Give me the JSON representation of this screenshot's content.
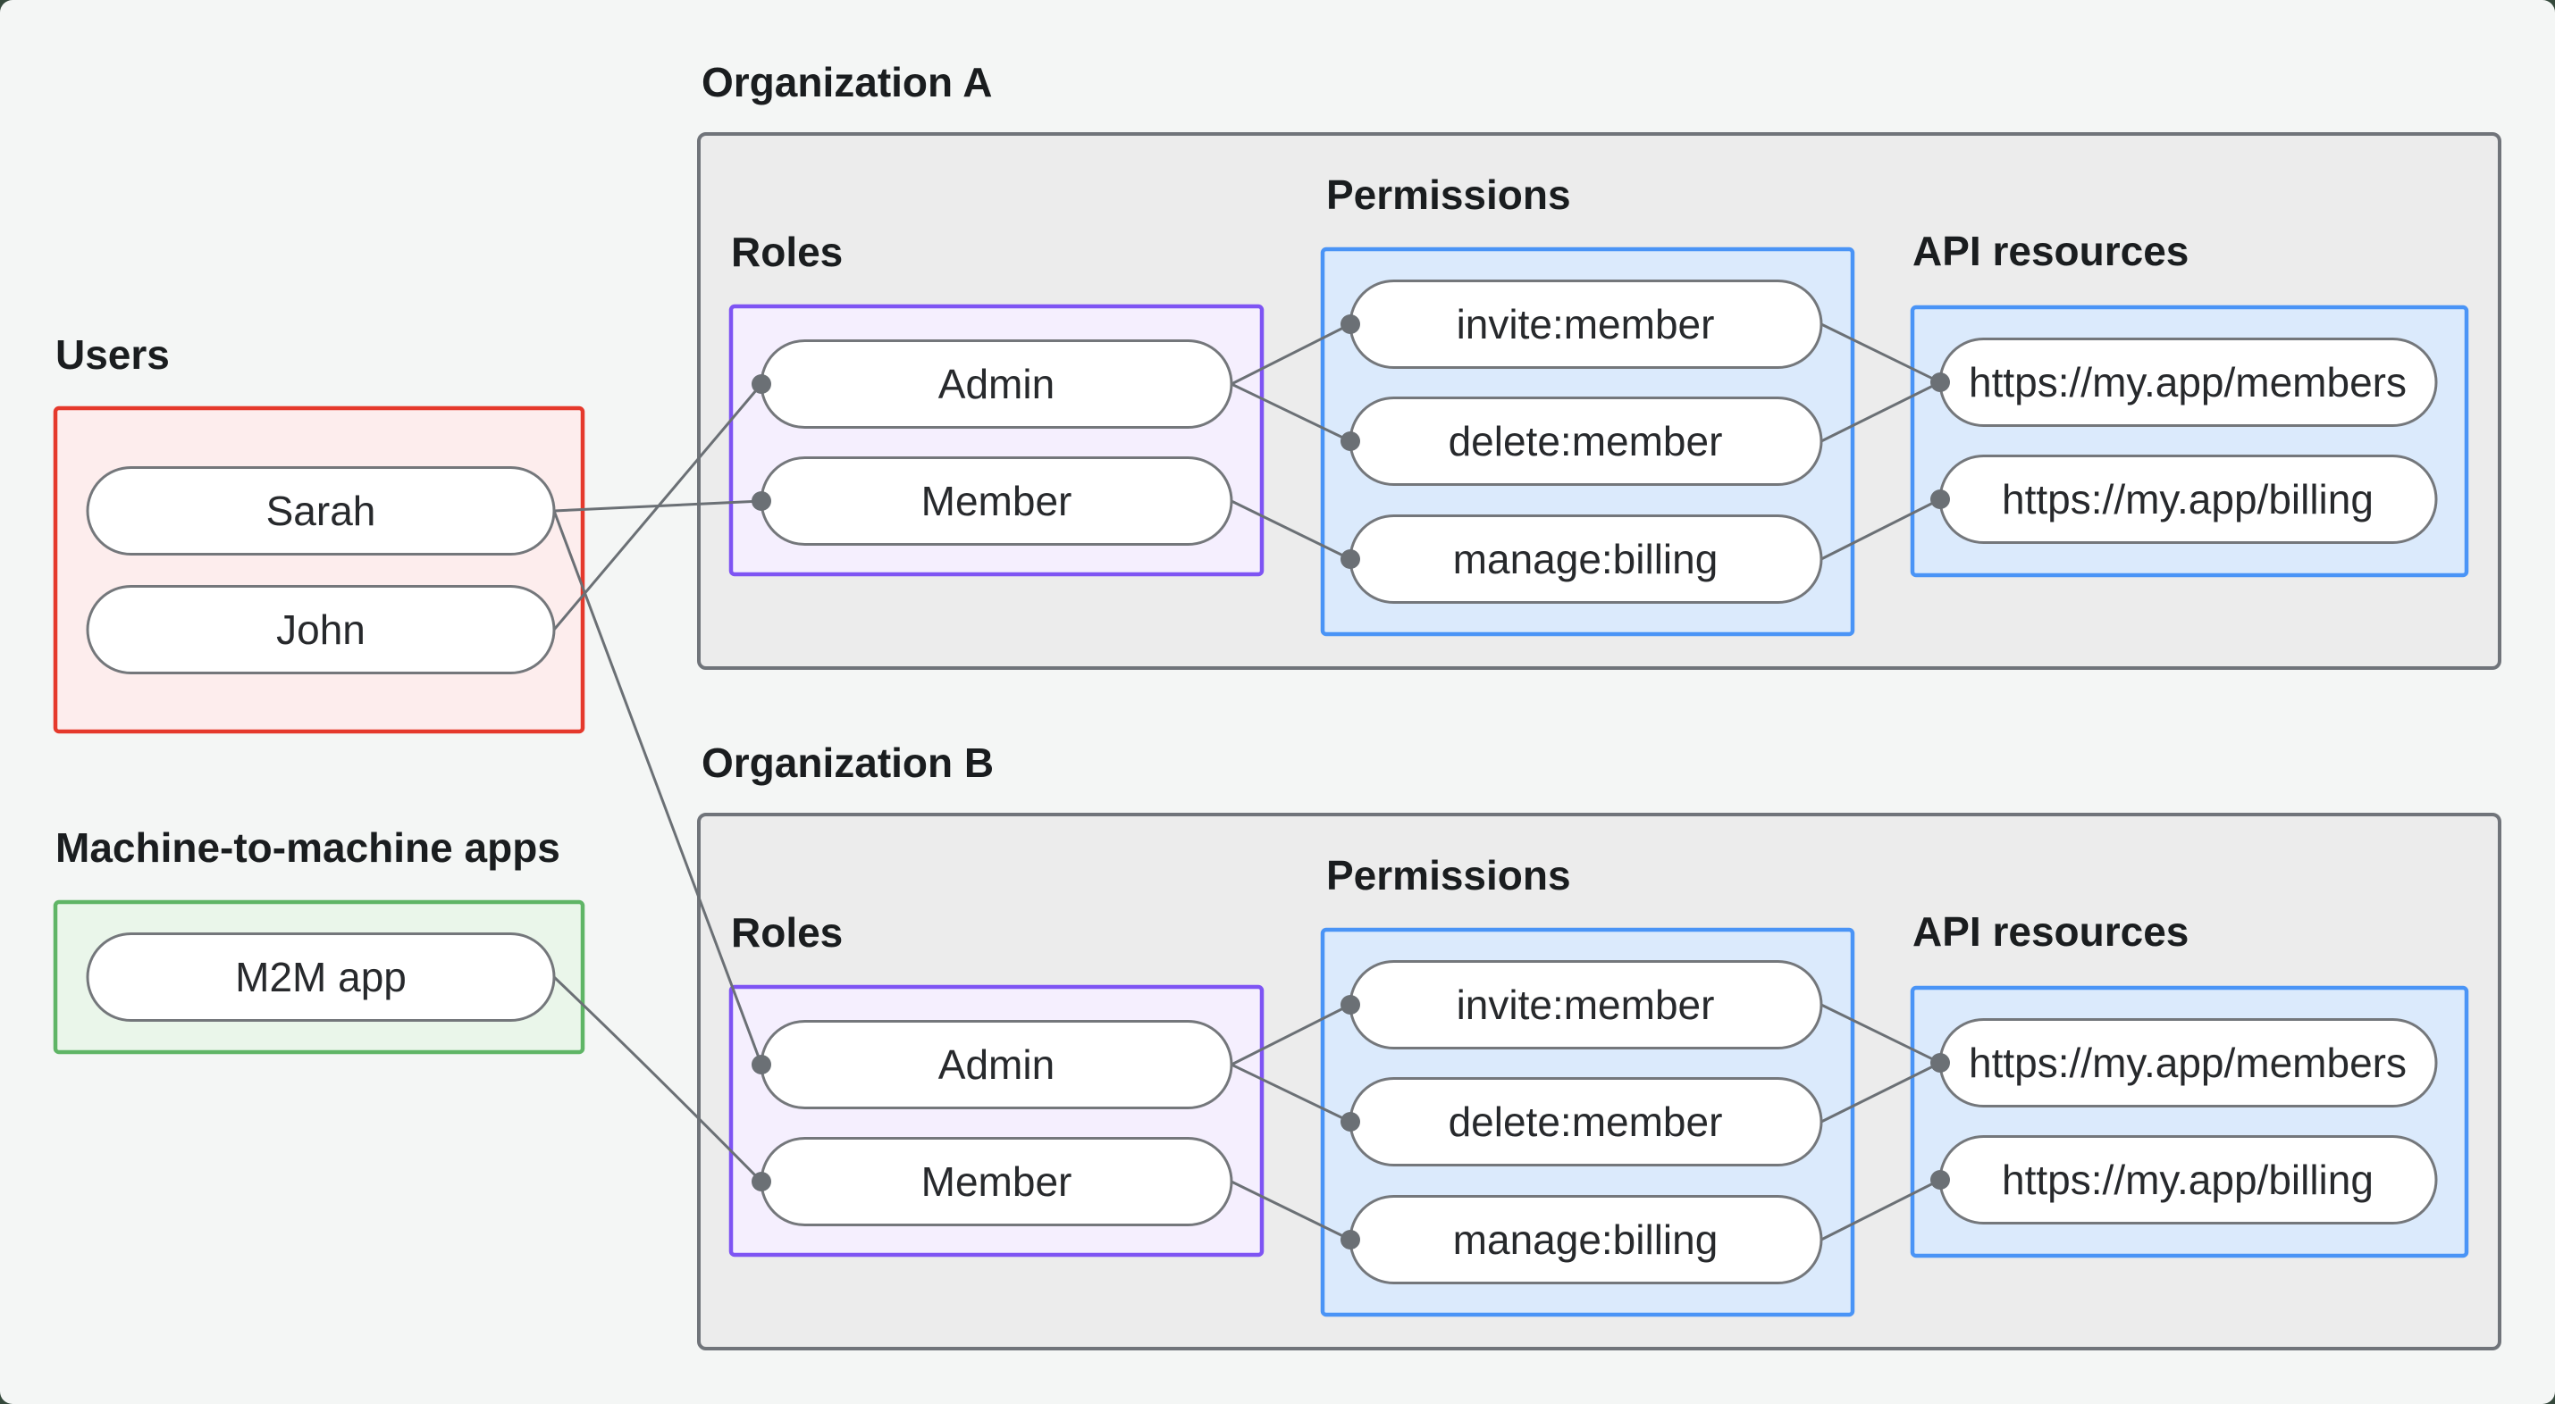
{
  "diagram": {
    "users": {
      "label": "Users",
      "nodes": {
        "sarah": "Sarah",
        "john": "John"
      }
    },
    "m2m": {
      "label": "Machine-to-machine apps",
      "nodes": {
        "m2m_app": "M2M app"
      }
    },
    "org_a": {
      "label": "Organization A",
      "roles": {
        "label": "Roles",
        "nodes": {
          "admin": "Admin",
          "member": "Member"
        }
      },
      "permissions": {
        "label": "Permissions",
        "nodes": {
          "invite": "invite:member",
          "delete": "delete:member",
          "manage": "manage:billing"
        }
      },
      "api_resources": {
        "label": "API resources",
        "nodes": {
          "members": "https://my.app/members",
          "billing": "https://my.app/billing"
        }
      }
    },
    "org_b": {
      "label": "Organization B",
      "roles": {
        "label": "Roles",
        "nodes": {
          "admin": "Admin",
          "member": "Member"
        }
      },
      "permissions": {
        "label": "Permissions",
        "nodes": {
          "invite": "invite:member",
          "delete": "delete:member",
          "manage": "manage:billing"
        }
      },
      "api_resources": {
        "label": "API resources",
        "nodes": {
          "members": "https://my.app/members",
          "billing": "https://my.app/billing"
        }
      }
    },
    "edges": [
      {
        "from": "users.sarah",
        "to": "org_a.roles.member"
      },
      {
        "from": "users.john",
        "to": "org_a.roles.admin"
      },
      {
        "from": "users.sarah",
        "to": "org_b.roles.admin"
      },
      {
        "from": "m2m.m2m_app",
        "to": "org_b.roles.member"
      },
      {
        "from": "org_a.roles.admin",
        "to": "org_a.permissions.invite"
      },
      {
        "from": "org_a.roles.admin",
        "to": "org_a.permissions.delete"
      },
      {
        "from": "org_a.roles.member",
        "to": "org_a.permissions.manage"
      },
      {
        "from": "org_a.permissions.invite",
        "to": "org_a.api_resources.members"
      },
      {
        "from": "org_a.permissions.delete",
        "to": "org_a.api_resources.members"
      },
      {
        "from": "org_a.permissions.manage",
        "to": "org_a.api_resources.billing"
      },
      {
        "from": "org_b.roles.admin",
        "to": "org_b.permissions.invite"
      },
      {
        "from": "org_b.roles.admin",
        "to": "org_b.permissions.delete"
      },
      {
        "from": "org_b.roles.member",
        "to": "org_b.permissions.manage"
      },
      {
        "from": "org_b.permissions.invite",
        "to": "org_b.api_resources.members"
      },
      {
        "from": "org_b.permissions.delete",
        "to": "org_b.api_resources.members"
      },
      {
        "from": "org_b.permissions.manage",
        "to": "org_b.api_resources.billing"
      }
    ],
    "colors": {
      "canvas_background": "#f4f6f5",
      "outer_corner": "#35493c",
      "users_border": "#e5392c",
      "users_fill": "#fdeded",
      "m2m_border": "#5fb566",
      "m2m_fill": "#eaf6ea",
      "org_border": "#70747a",
      "org_fill": "#ececec",
      "roles_border": "#7e54f3",
      "roles_fill": "#f5effe",
      "blue_border": "#4a94f6",
      "blue_fill": "#dbeafc",
      "node_border": "#74777b",
      "node_fill": "#ffffff",
      "edge_color": "#6b7075"
    }
  }
}
